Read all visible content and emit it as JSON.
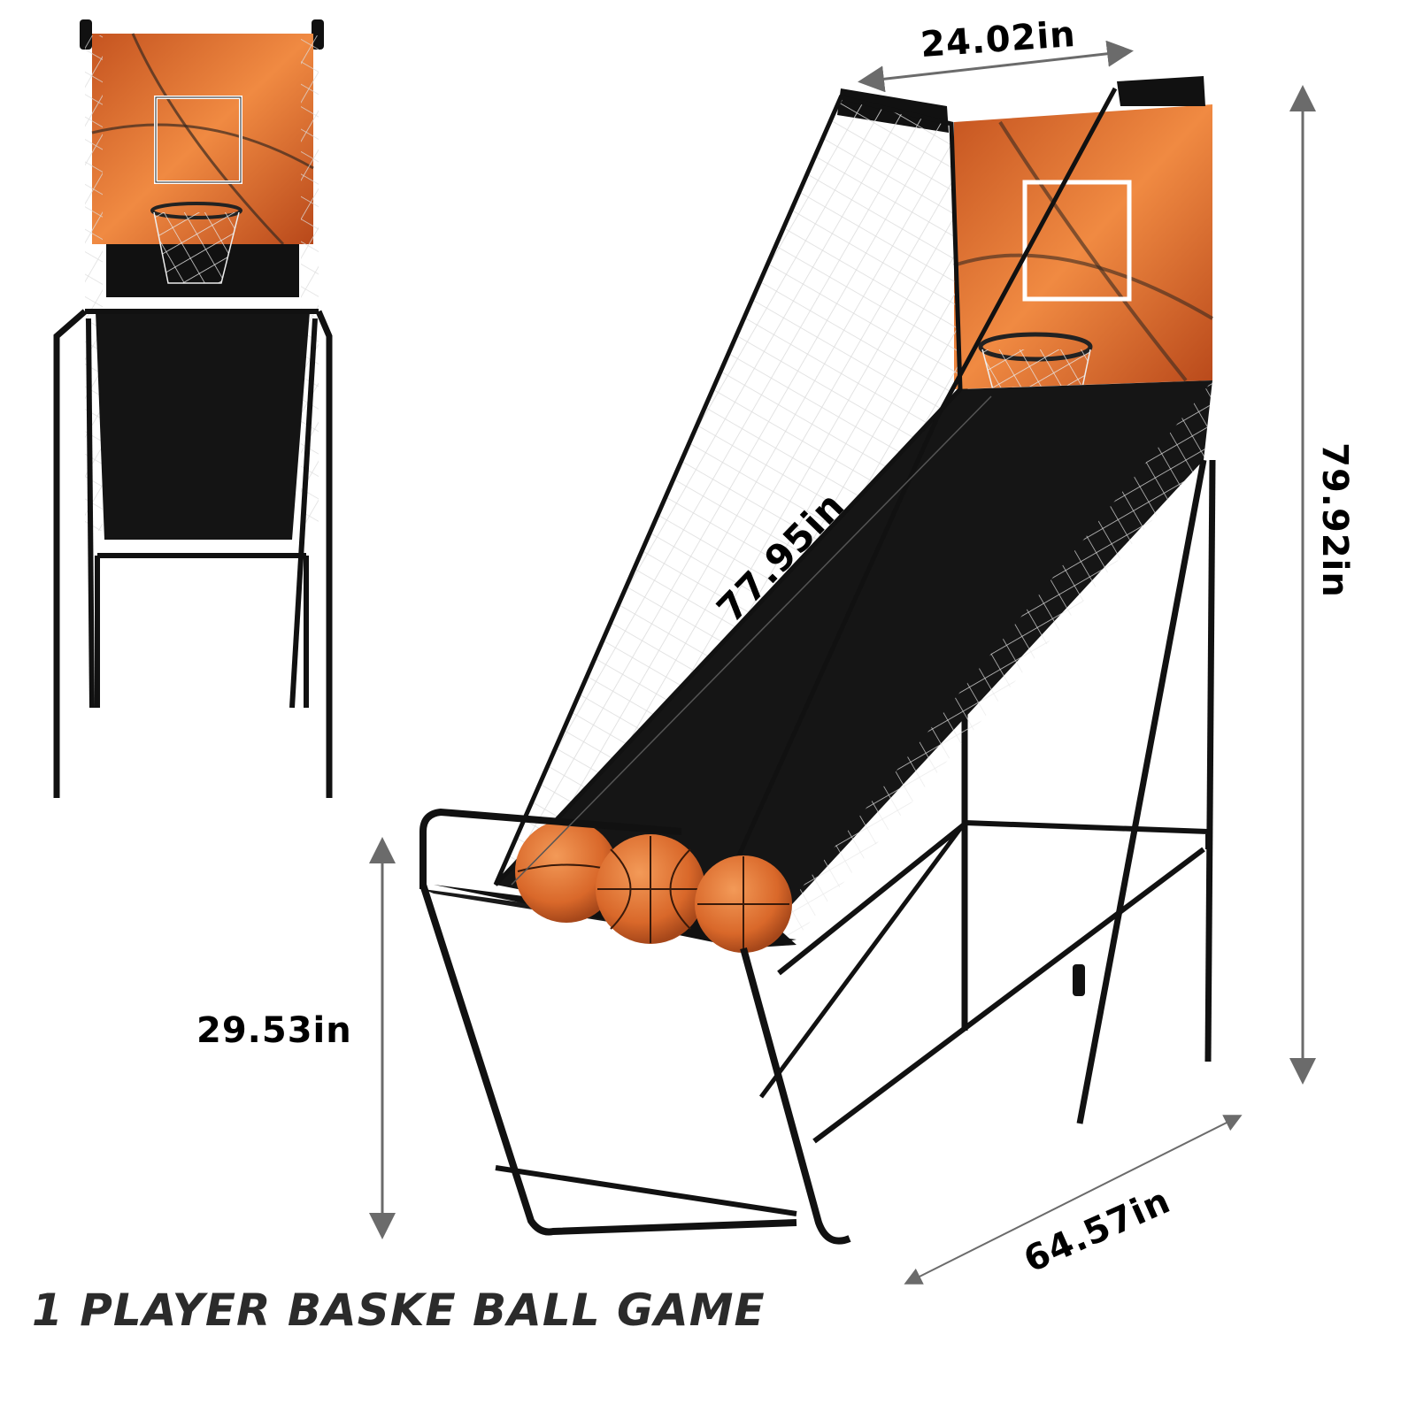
{
  "title": "1 PLAYER BASKE BALL GAME",
  "dimensions": {
    "width": "24.02in",
    "height": "79.92in",
    "ramp_length": "77.95in",
    "front_height": "29.53in",
    "depth": "64.57in"
  },
  "colors": {
    "backboard_orange": "#d9682a",
    "frame_black": "#111111",
    "net_white": "#f4f4f4",
    "arrow_gray": "#6b6b6b",
    "title_text": "#2b2b2b"
  },
  "illustrations": {
    "front_view": "basketball-arcade-front-view",
    "side_view": "basketball-arcade-side-view",
    "balls_count": 3
  }
}
